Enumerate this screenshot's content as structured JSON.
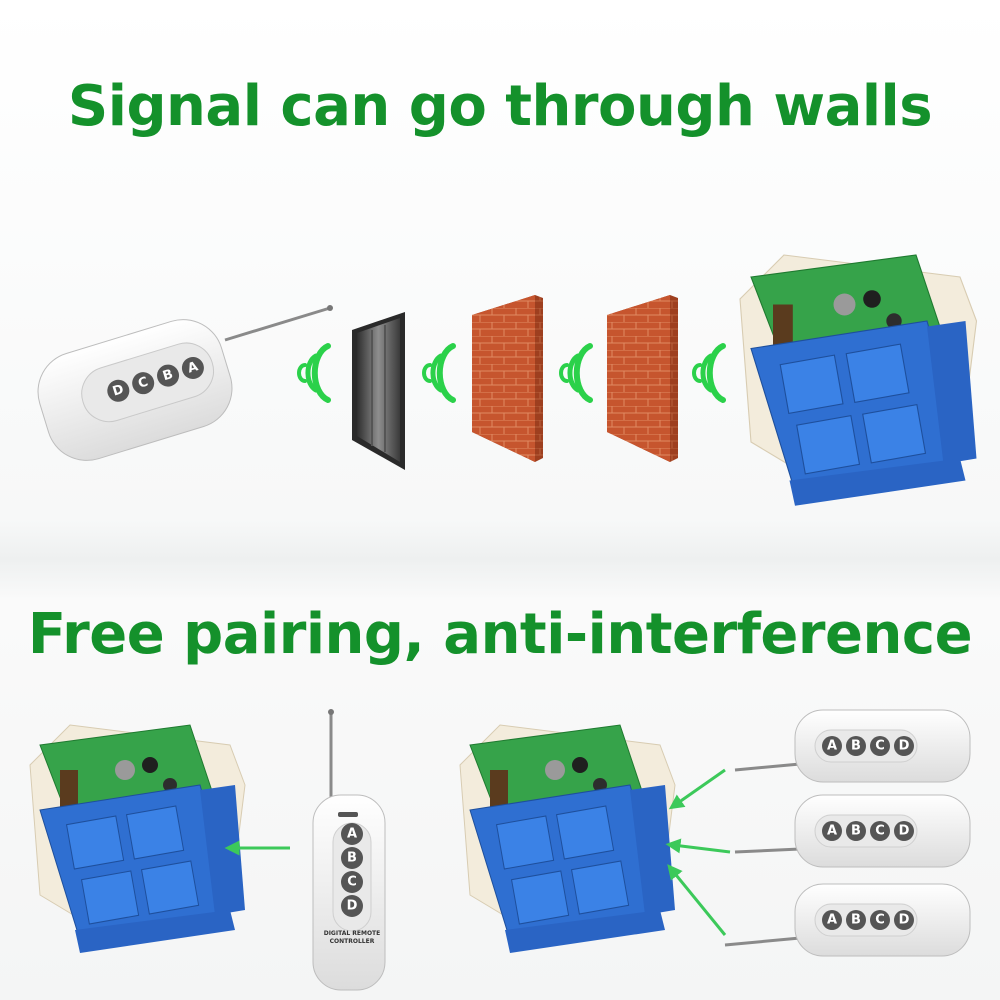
{
  "headline_top": "Signal can go through walls",
  "headline_bottom": "Free pairing, anti-interference",
  "remote": {
    "buttons": [
      "A",
      "B",
      "C",
      "D"
    ],
    "label_line1": "DIGITAL REMOTE",
    "label_line2": "CONTROLLER"
  },
  "colors": {
    "headline": "#14912b",
    "signal_wave": "#2bd14a",
    "arrow": "#3cc95a",
    "pcb_green": "#2f9a3e",
    "relay_blue": "#2f6fd1",
    "brick": "#c6552e"
  }
}
